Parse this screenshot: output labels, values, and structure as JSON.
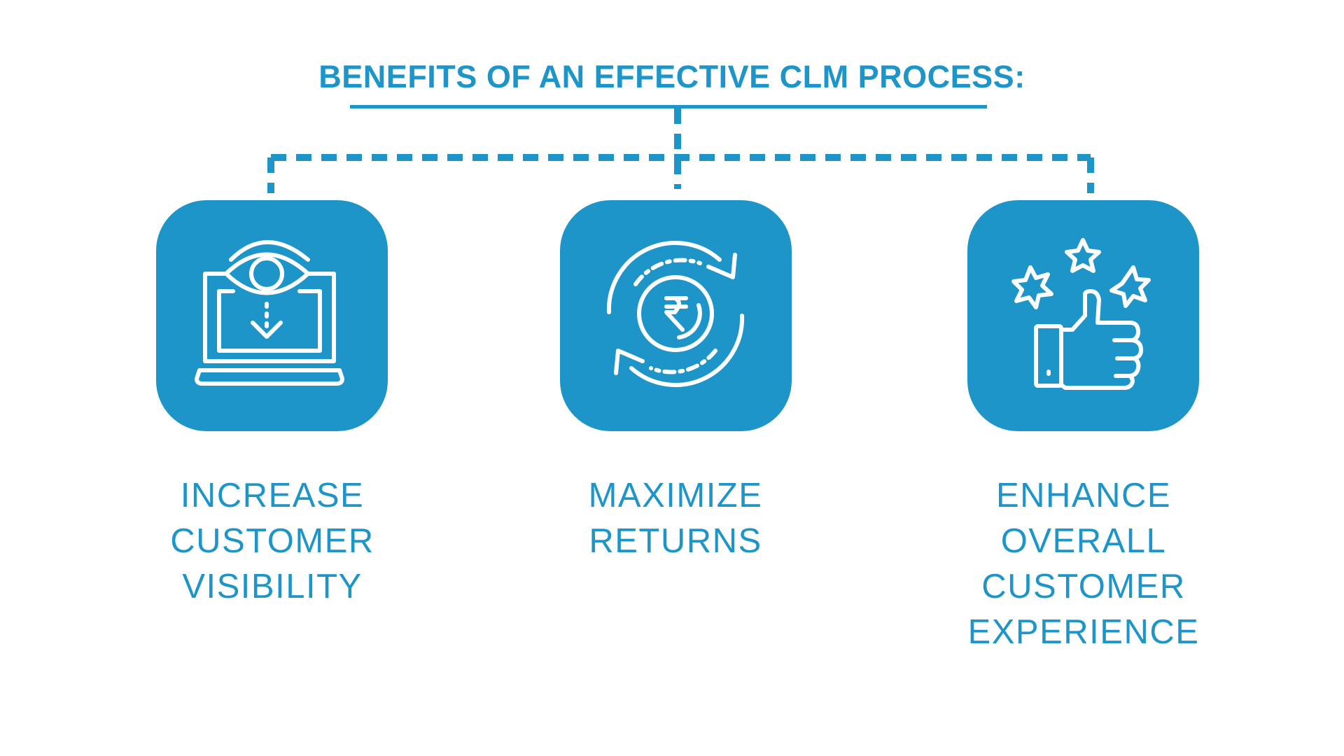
{
  "title": "BENEFITS OF AN EFFECTIVE CLM PROCESS:",
  "colors": {
    "accent": "#1E95C8",
    "icon_stroke": "#FFFFFF",
    "background": "#FFFFFF"
  },
  "benefits": [
    {
      "label": "INCREASE\nCUSTOMER\nVISIBILITY",
      "icon": "eye-laptop-icon"
    },
    {
      "label": "MAXIMIZE\nRETURNS",
      "icon": "rupee-cycle-icon"
    },
    {
      "label": "ENHANCE\nOVERALL\nCUSTOMER\nEXPERIENCE",
      "icon": "thumbs-up-stars-icon"
    }
  ]
}
